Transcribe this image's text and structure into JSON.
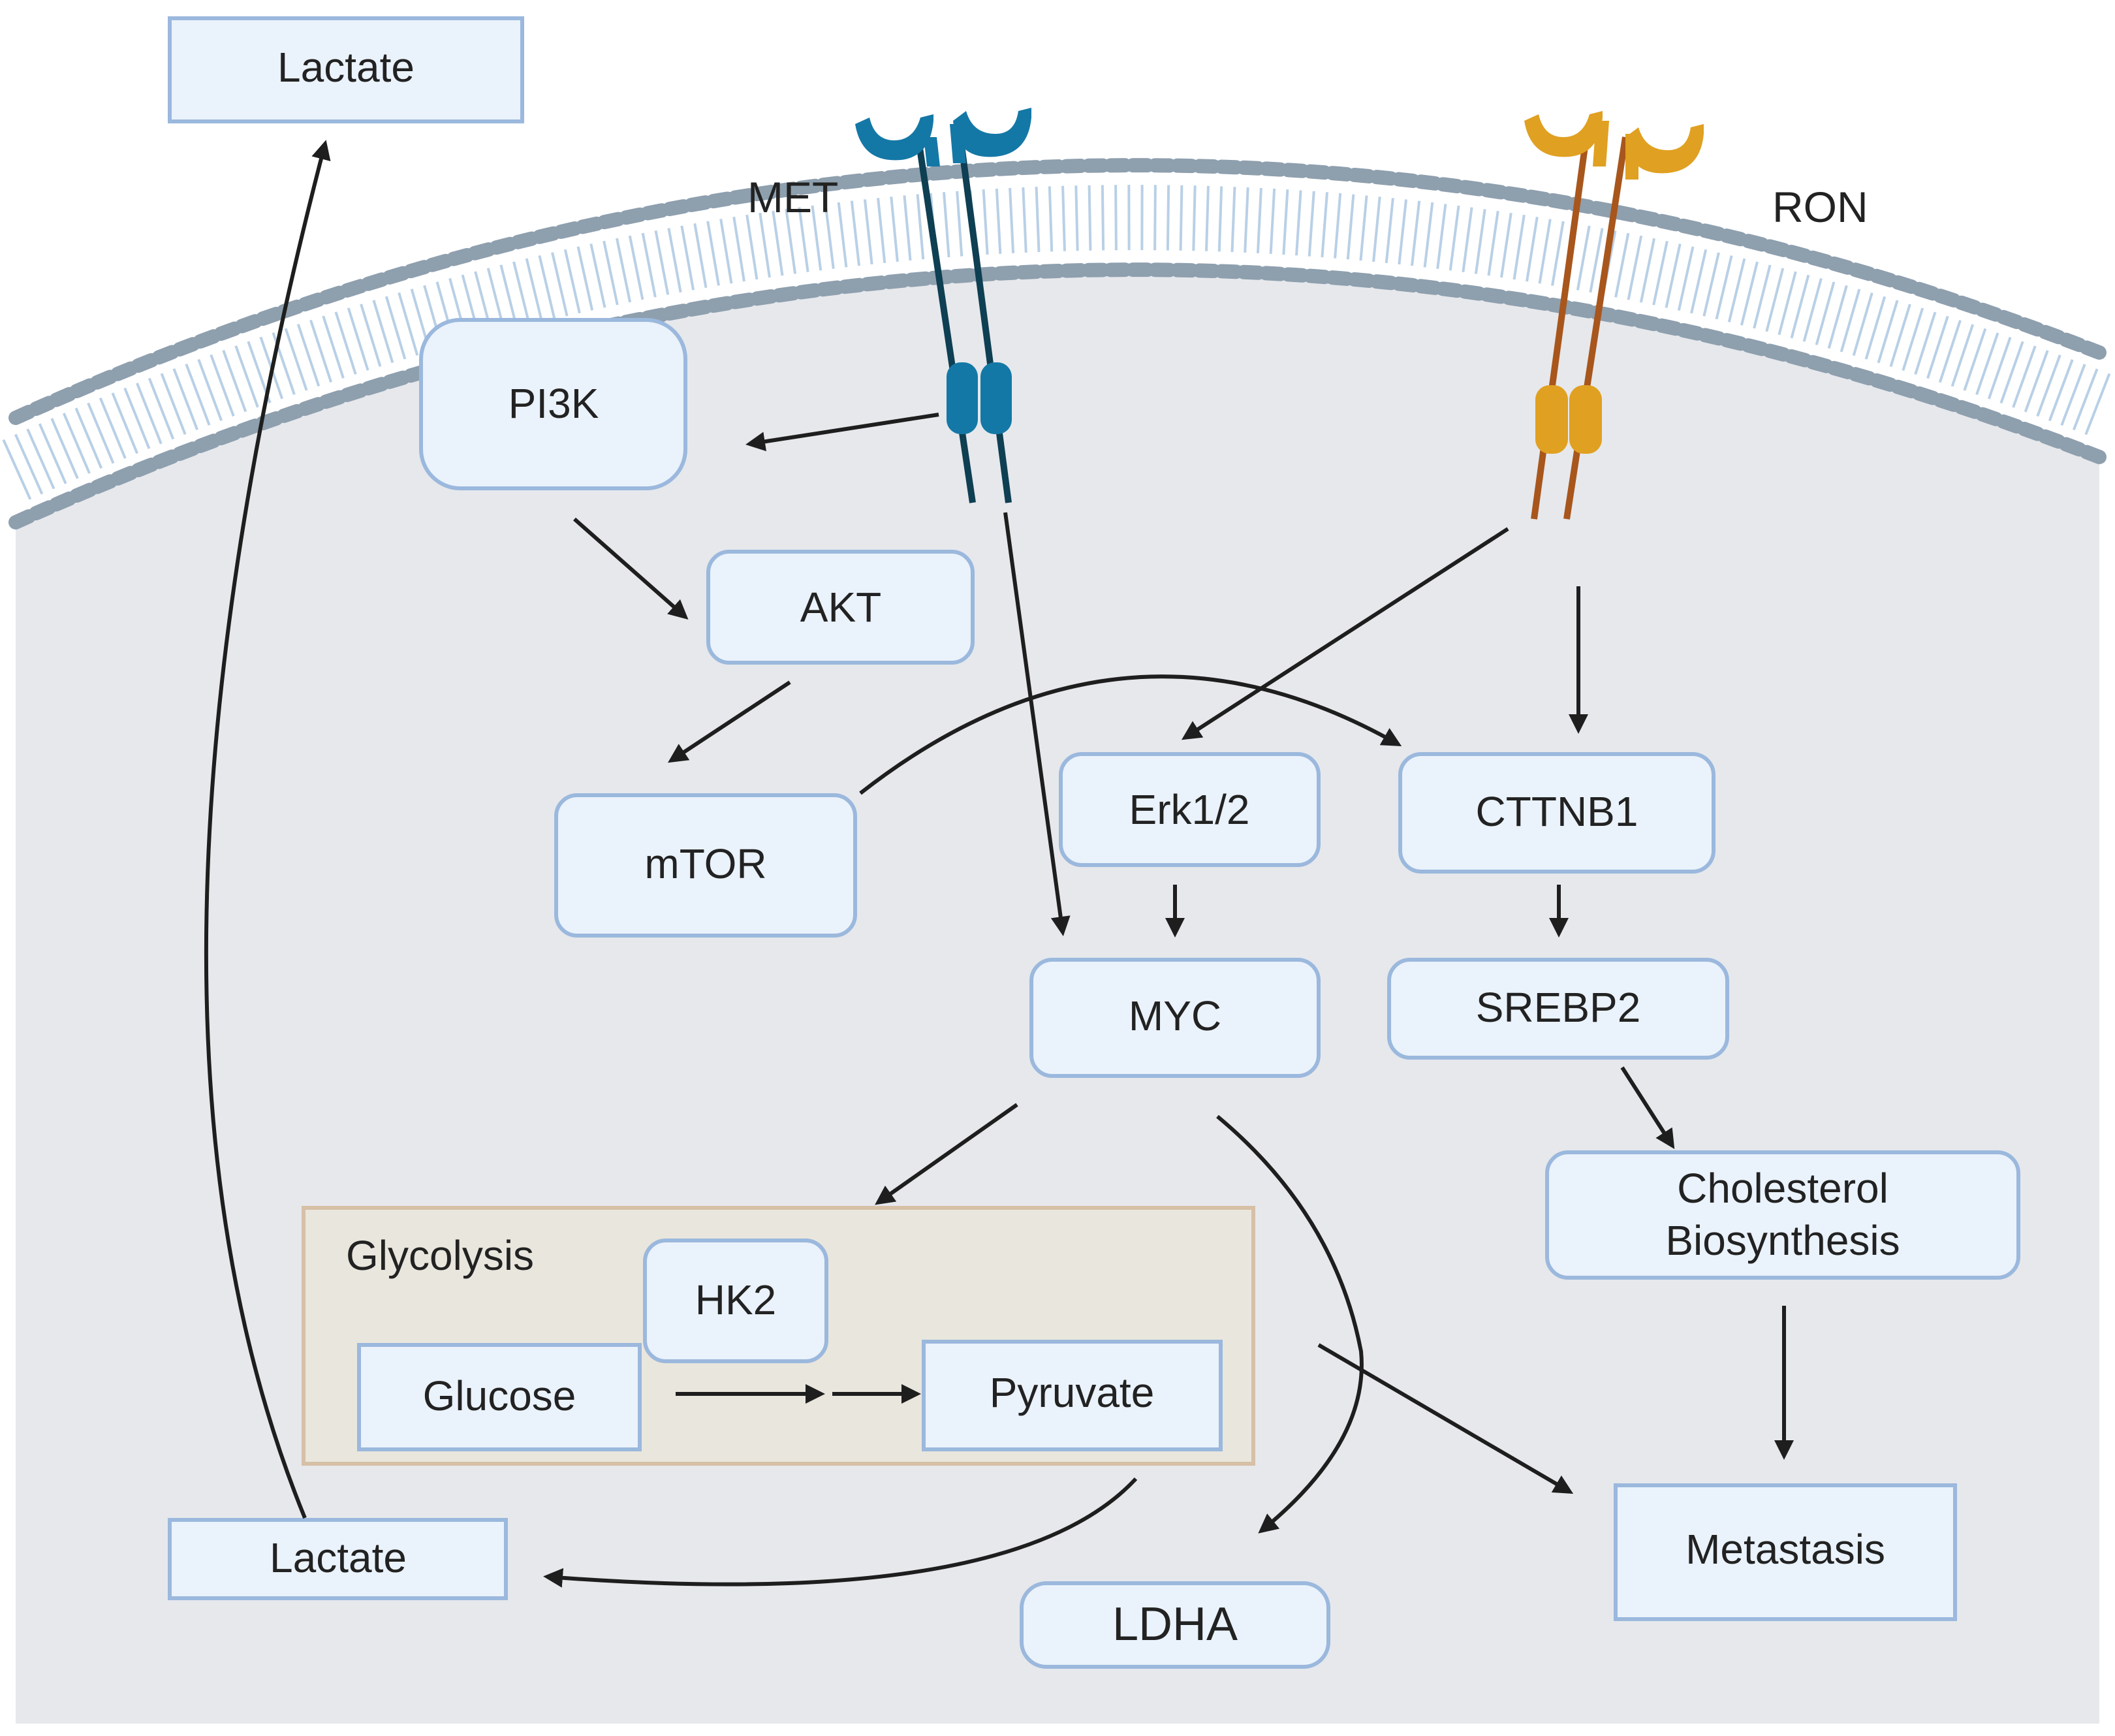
{
  "colors": {
    "cell_interior": "#e6e8ec",
    "membrane_head": "#8e9fae",
    "membrane_tail": "#b9d0e6",
    "node_fill": "#eaf2fb",
    "node_stroke": "#9bb8dd",
    "glycolysis_fill": "#e9e6dd",
    "glycolysis_stroke": "#d6c0a6",
    "met_receptor": "#1478a6",
    "met_stalk": "#0e3f52",
    "ron_receptor": "#e0a021",
    "ron_stalk": "#a8561c",
    "arrow": "#1e1e1e"
  },
  "receptors": {
    "met": {
      "label": "MET"
    },
    "ron": {
      "label": "RON"
    }
  },
  "nodes": {
    "lactate_out": "Lactate",
    "pi3k": "PI3K",
    "akt": "AKT",
    "mtor": "mTOR",
    "erk": "Erk1/2",
    "cttnb1": "CTTNB1",
    "myc": "MYC",
    "srebp2": "SREBP2",
    "cholesterol_line1": "Cholesterol",
    "cholesterol_line2": "Biosynthesis",
    "glycolysis": "Glycolysis",
    "hk2": "HK2",
    "glucose": "Glucose",
    "pyruvate": "Pyruvate",
    "lactate_in": "Lactate",
    "ldha": "LDHA",
    "metastasis": "Metastasis"
  }
}
